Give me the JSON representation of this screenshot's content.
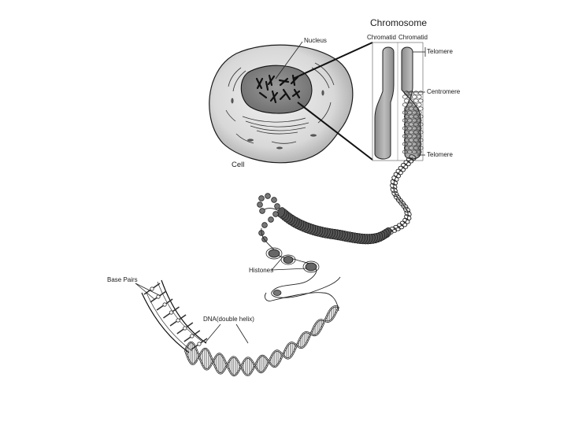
{
  "labels": {
    "title": "Chromosome",
    "chromatid_left": "Chromatid",
    "chromatid_right": "Chromatid",
    "nucleus": "Nucleus",
    "telomere_top": "Telomere",
    "centromere": "Centromere",
    "telomere_bottom": "Telomere",
    "cell": "Cell",
    "histones": "Histones",
    "base_pairs": "Base Pairs",
    "dna": "DNA(double helix)"
  },
  "colors": {
    "cell_fill": "#dcdcdc",
    "nucleus_fill": "#8f8f8f",
    "chromosome_fill": "#a9a9a9",
    "outline": "#1a1a1a"
  }
}
